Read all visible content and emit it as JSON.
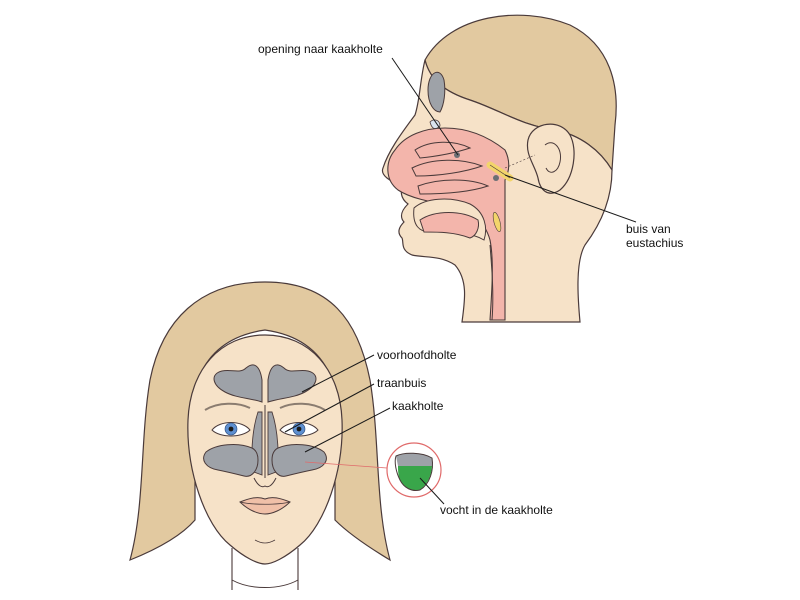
{
  "labels": {
    "opening": "opening naar kaakholte",
    "eustachius_line1": "buis van",
    "eustachius_line2": "eustachius",
    "voorhoofdholte": "voorhoofdholte",
    "traanbuis": "traanbuis",
    "kaakholte": "kaakholte",
    "vocht": "vocht in de kaakholte"
  },
  "colors": {
    "skin": "#f6e2c8",
    "hair": "#e2c9a0",
    "mucosa": "#f3b5ab",
    "sinus": "#9ea2a8",
    "tube": "#f3d56b",
    "iris": "#5d8fd0",
    "fluid": "#39a64a",
    "highlight_circle": "#e06a6a",
    "outline": "#4a3a3a"
  }
}
